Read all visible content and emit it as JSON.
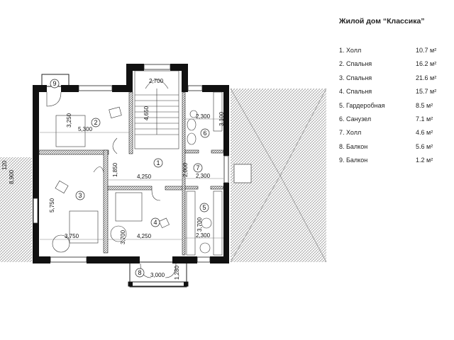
{
  "title": "Жилой дом “Классика”",
  "rooms": [
    {
      "label": "1. Холл",
      "area": "10.7 м²"
    },
    {
      "label": "2. Спальня",
      "area": "16.2 м²"
    },
    {
      "label": "3. Спальня",
      "area": "21.6 м²"
    },
    {
      "label": "4. Спальня",
      "area": "15.7 м²"
    },
    {
      "label": "5. Гардеробная",
      "area": "8.5 м²"
    },
    {
      "label": "6. Санузел",
      "area": "7.1 м²"
    },
    {
      "label": "7. Холл",
      "area": "4.6 м²"
    },
    {
      "label": "8. Балкон",
      "area": "5.6 м²"
    },
    {
      "label": "9. Балкон",
      "area": "1.2 м²"
    }
  ],
  "plan": {
    "room_numbers": [
      "1",
      "2",
      "3",
      "4",
      "5",
      "6",
      "7",
      "8",
      "9"
    ],
    "dimensions": [
      "2,700",
      "4,650",
      "3,250",
      "5,300",
      "2,300",
      "3,100",
      "1,850",
      "4,250",
      "2,000",
      "2,300",
      "5,750",
      "3,750",
      "3,700",
      "4,250",
      "3,700",
      "2,300",
      "3,000",
      "1,280",
      "8,900",
      "120"
    ]
  }
}
